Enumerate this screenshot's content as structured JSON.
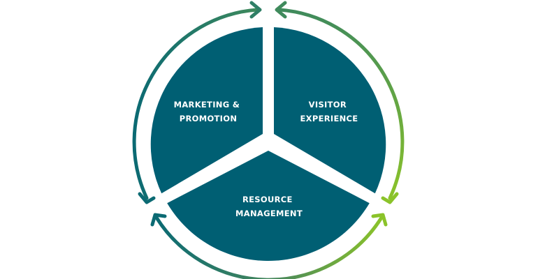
{
  "segments": [
    {
      "id": "marketing",
      "line1": "MARKETING &",
      "line2": "PROMOTION"
    },
    {
      "id": "visitor",
      "line1": "VISITOR",
      "line2": "EXPERIENCE"
    },
    {
      "id": "resource",
      "line1": "RESOURCE",
      "line2": "MANAGEMENT"
    }
  ],
  "colors": {
    "segment_fill": "#005f73",
    "arrow_teal": "#0b6a73",
    "arrow_mid": "#3f8a5c",
    "arrow_green": "#8bc32a",
    "label": "#ffffff"
  }
}
